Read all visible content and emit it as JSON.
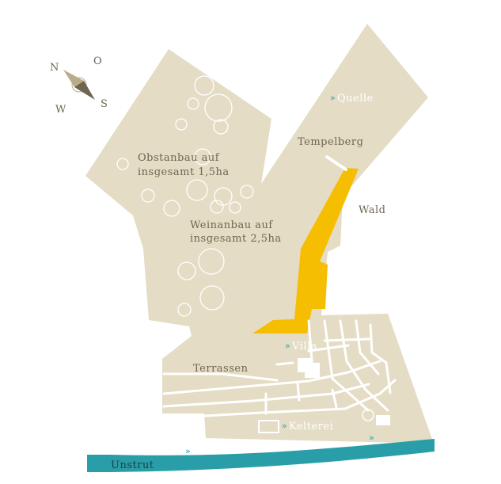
{
  "compass": {
    "n": "N",
    "o": "O",
    "s": "S",
    "w": "W"
  },
  "labels": {
    "quelle": "Quelle",
    "tempelberg": "Tempelberg",
    "wald": "Wald",
    "obstanbau_1": "Obstanbau auf",
    "obstanbau_2": "insgesamt 1,5ha",
    "weinanbau_1": "Weinanbau auf",
    "weinanbau_2": "insgesamt 2,5ha",
    "villa": "Villa",
    "terrassen": "Terrassen",
    "kelterei": "Kelterei",
    "unstrut": "Unstrut"
  },
  "markers": {
    "arrow": "»"
  },
  "colors": {
    "land": "#e4dcc4",
    "highlight": "#f6be00",
    "river": "#2a9ea8",
    "text": "#6e6650",
    "paths": "#ffffff"
  }
}
